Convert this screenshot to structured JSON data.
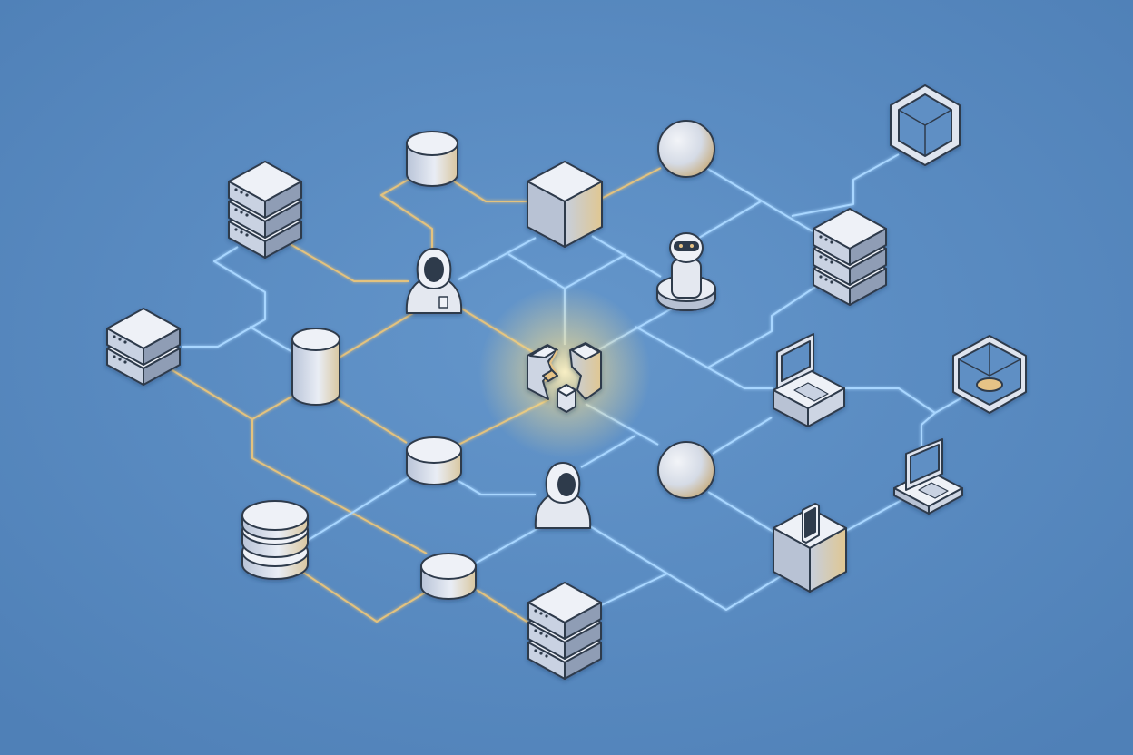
{
  "colors": {
    "background": "#5b8cc2",
    "link_blue": "#a8d6ff",
    "link_gold": "#e3c27e",
    "outline": "#2f3a4c",
    "face_light": "#eef1f7",
    "face_mid": "#c9d2e2",
    "face_dark": "#8f9db5",
    "accent_gold": "#e6c386",
    "glow": "#fff0b8"
  },
  "nodes": [
    {
      "id": "server-stack-top-left",
      "kind": "server-stack",
      "icon": "server-stack-icon"
    },
    {
      "id": "server-stack-left",
      "kind": "server-stack",
      "icon": "server-stack-icon"
    },
    {
      "id": "database-top",
      "kind": "cylinder",
      "icon": "database-icon"
    },
    {
      "id": "database-tall",
      "kind": "cylinder",
      "icon": "database-icon"
    },
    {
      "id": "cube-top",
      "kind": "cube",
      "icon": "cube-icon"
    },
    {
      "id": "sphere-top",
      "kind": "sphere",
      "icon": "sphere-icon"
    },
    {
      "id": "hex-top-right",
      "kind": "hexagon",
      "icon": "hexagon-frame-icon"
    },
    {
      "id": "server-stack-right",
      "kind": "server-stack",
      "icon": "server-stack-icon"
    },
    {
      "id": "hacker-top",
      "kind": "hooded-figure",
      "icon": "hooded-attacker-icon"
    },
    {
      "id": "robot",
      "kind": "robot",
      "icon": "robot-icon"
    },
    {
      "id": "broken-cube-center",
      "kind": "broken-cube",
      "icon": "breached-cube-icon"
    },
    {
      "id": "puck-middle",
      "kind": "puck",
      "icon": "disk-node-icon"
    },
    {
      "id": "hacker-bottom",
      "kind": "hooded-figure",
      "icon": "hooded-attacker-icon"
    },
    {
      "id": "sphere-bottom",
      "kind": "sphere",
      "icon": "sphere-icon"
    },
    {
      "id": "laptop-right",
      "kind": "laptop",
      "icon": "laptop-icon"
    },
    {
      "id": "frame-box-right",
      "kind": "frame-box",
      "icon": "open-box-icon"
    },
    {
      "id": "laptop-far-right",
      "kind": "laptop",
      "icon": "laptop-icon"
    },
    {
      "id": "database-stack-bottom-left",
      "kind": "disk-stack",
      "icon": "database-stack-icon"
    },
    {
      "id": "puck-bottom",
      "kind": "puck",
      "icon": "disk-node-icon"
    },
    {
      "id": "server-stack-bottom",
      "kind": "server-stack",
      "icon": "server-stack-icon"
    },
    {
      "id": "cube-phone",
      "kind": "cube-with-phone",
      "icon": "smartphone-icon"
    }
  ]
}
